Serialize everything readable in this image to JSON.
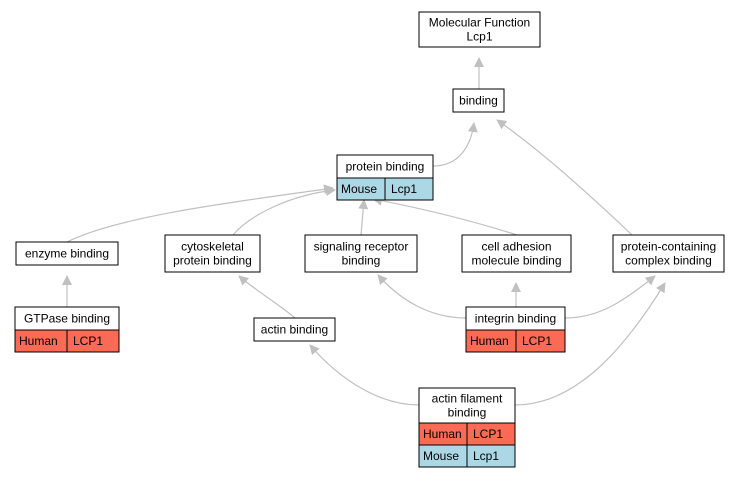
{
  "colors": {
    "edge": "#c0c0c0",
    "human": "#fa6a55",
    "mouse": "#acd8e6",
    "node_border": "#000000",
    "node_fill": "#ffffff"
  },
  "nodes": {
    "molecular_function": {
      "lines": [
        "Molecular Function",
        "Lcp1"
      ]
    },
    "binding": {
      "lines": [
        "binding"
      ]
    },
    "protein_binding": {
      "lines": [
        "protein binding"
      ],
      "annotations": [
        {
          "species": "Mouse",
          "gene": "Lcp1"
        }
      ]
    },
    "enzyme_binding": {
      "lines": [
        "enzyme binding"
      ]
    },
    "cytoskeletal_protein_binding": {
      "lines": [
        "cytoskeletal",
        "protein binding"
      ]
    },
    "signaling_receptor_binding": {
      "lines": [
        "signaling receptor",
        "binding"
      ]
    },
    "cell_adhesion_molecule_binding": {
      "lines": [
        "cell adhesion",
        "molecule binding"
      ]
    },
    "protein_containing_complex_binding": {
      "lines": [
        "protein-containing",
        "complex binding"
      ]
    },
    "gtpase_binding": {
      "lines": [
        "GTPase binding"
      ],
      "annotations": [
        {
          "species": "Human",
          "gene": "LCP1"
        }
      ]
    },
    "actin_binding": {
      "lines": [
        "actin binding"
      ]
    },
    "integrin_binding": {
      "lines": [
        "integrin binding"
      ],
      "annotations": [
        {
          "species": "Human",
          "gene": "LCP1"
        }
      ]
    },
    "actin_filament_binding": {
      "lines": [
        "actin filament",
        "binding"
      ],
      "annotations": [
        {
          "species": "Human",
          "gene": "LCP1"
        },
        {
          "species": "Mouse",
          "gene": "Lcp1"
        }
      ]
    }
  },
  "edges": [
    {
      "from": "binding",
      "to": "molecular_function"
    },
    {
      "from": "protein_binding",
      "to": "binding"
    },
    {
      "from": "protein_containing_complex_binding",
      "to": "binding"
    },
    {
      "from": "enzyme_binding",
      "to": "protein_binding"
    },
    {
      "from": "cytoskeletal_protein_binding",
      "to": "protein_binding"
    },
    {
      "from": "signaling_receptor_binding",
      "to": "protein_binding"
    },
    {
      "from": "cell_adhesion_molecule_binding",
      "to": "protein_binding"
    },
    {
      "from": "gtpase_binding",
      "to": "enzyme_binding"
    },
    {
      "from": "actin_binding",
      "to": "cytoskeletal_protein_binding"
    },
    {
      "from": "integrin_binding",
      "to": "signaling_receptor_binding"
    },
    {
      "from": "integrin_binding",
      "to": "cell_adhesion_molecule_binding"
    },
    {
      "from": "integrin_binding",
      "to": "protein_containing_complex_binding"
    },
    {
      "from": "actin_filament_binding",
      "to": "actin_binding"
    },
    {
      "from": "actin_filament_binding",
      "to": "protein_containing_complex_binding"
    }
  ]
}
